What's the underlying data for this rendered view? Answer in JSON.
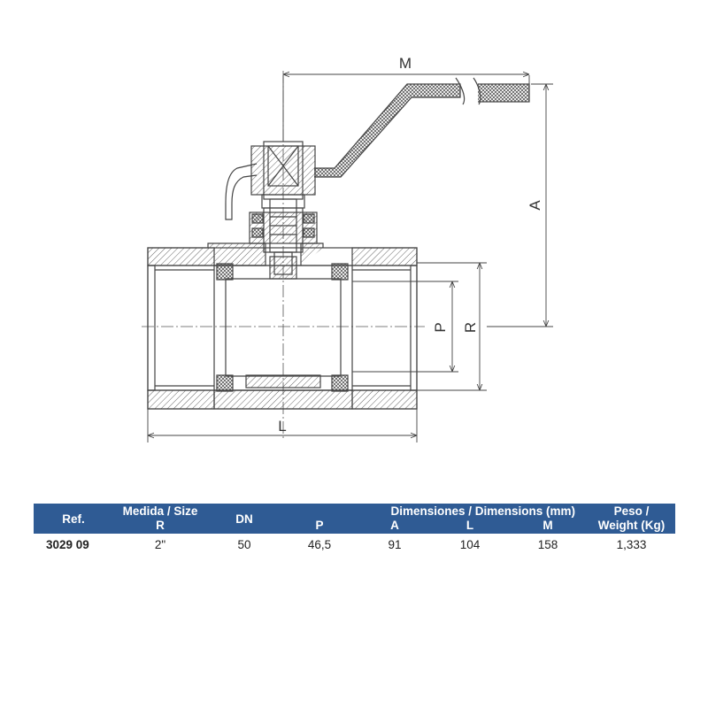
{
  "diagram": {
    "labels": {
      "M": "M",
      "A": "A",
      "P": "P",
      "R": "R",
      "L": "L"
    }
  },
  "table": {
    "header": {
      "ref": "Ref.",
      "size": "Medida / Size",
      "size_sub": "R",
      "dn": "DN",
      "dims": "Dimensiones / Dimensions (mm)",
      "dims_sub": [
        "P",
        "A",
        "L",
        "M"
      ],
      "weight_top": "Peso /",
      "weight_bottom": "Weight (Kg)"
    },
    "rows": [
      {
        "ref": "3029 09",
        "size": "2\"",
        "dn": "50",
        "p": "46,5",
        "a": "91",
        "l": "104",
        "m": "158",
        "weight": "1,333"
      }
    ]
  },
  "colors": {
    "header_bg": "#2f5b94",
    "header_text": "#ffffff",
    "line": "#444444"
  }
}
